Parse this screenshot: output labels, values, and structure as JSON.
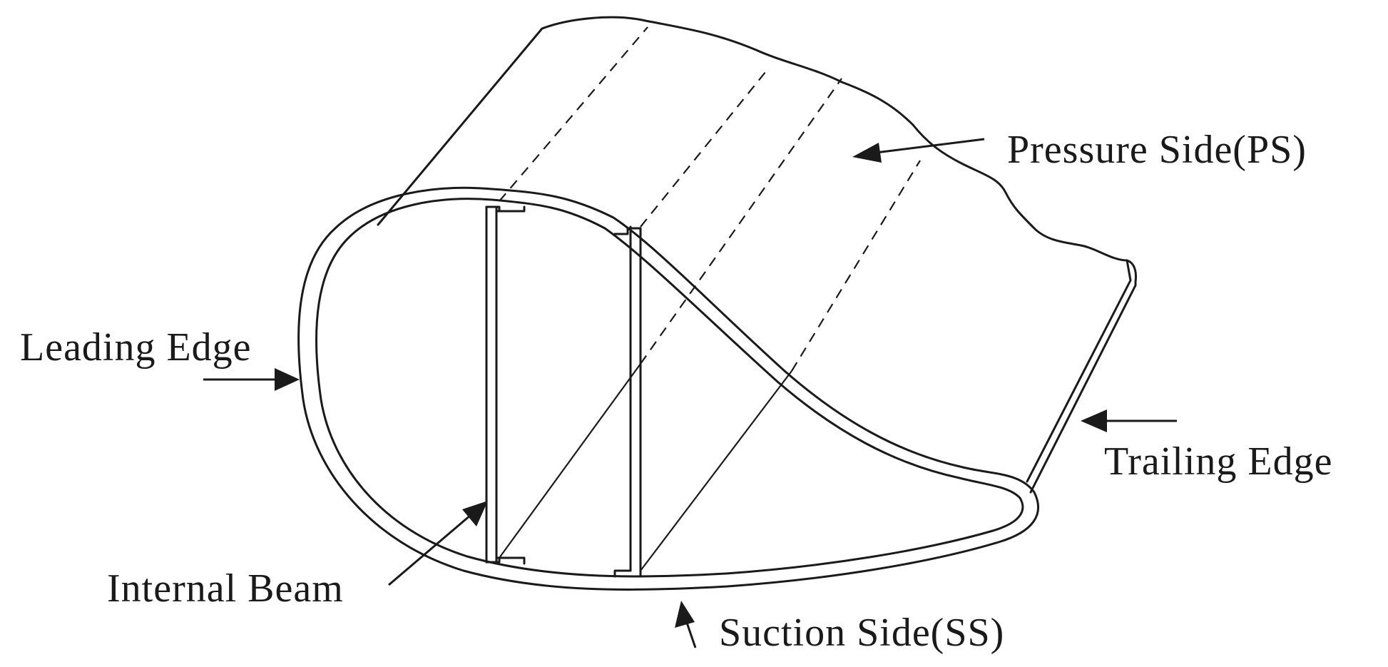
{
  "labels": {
    "pressure_side": "Pressure Side(PS)",
    "leading_edge": "Leading Edge",
    "trailing_edge": "Trailing Edge",
    "internal_beam": "Internal Beam",
    "suction_side": "Suction Side(SS)"
  },
  "colors": {
    "line": "#1a1a1a",
    "background": "#ffffff"
  }
}
